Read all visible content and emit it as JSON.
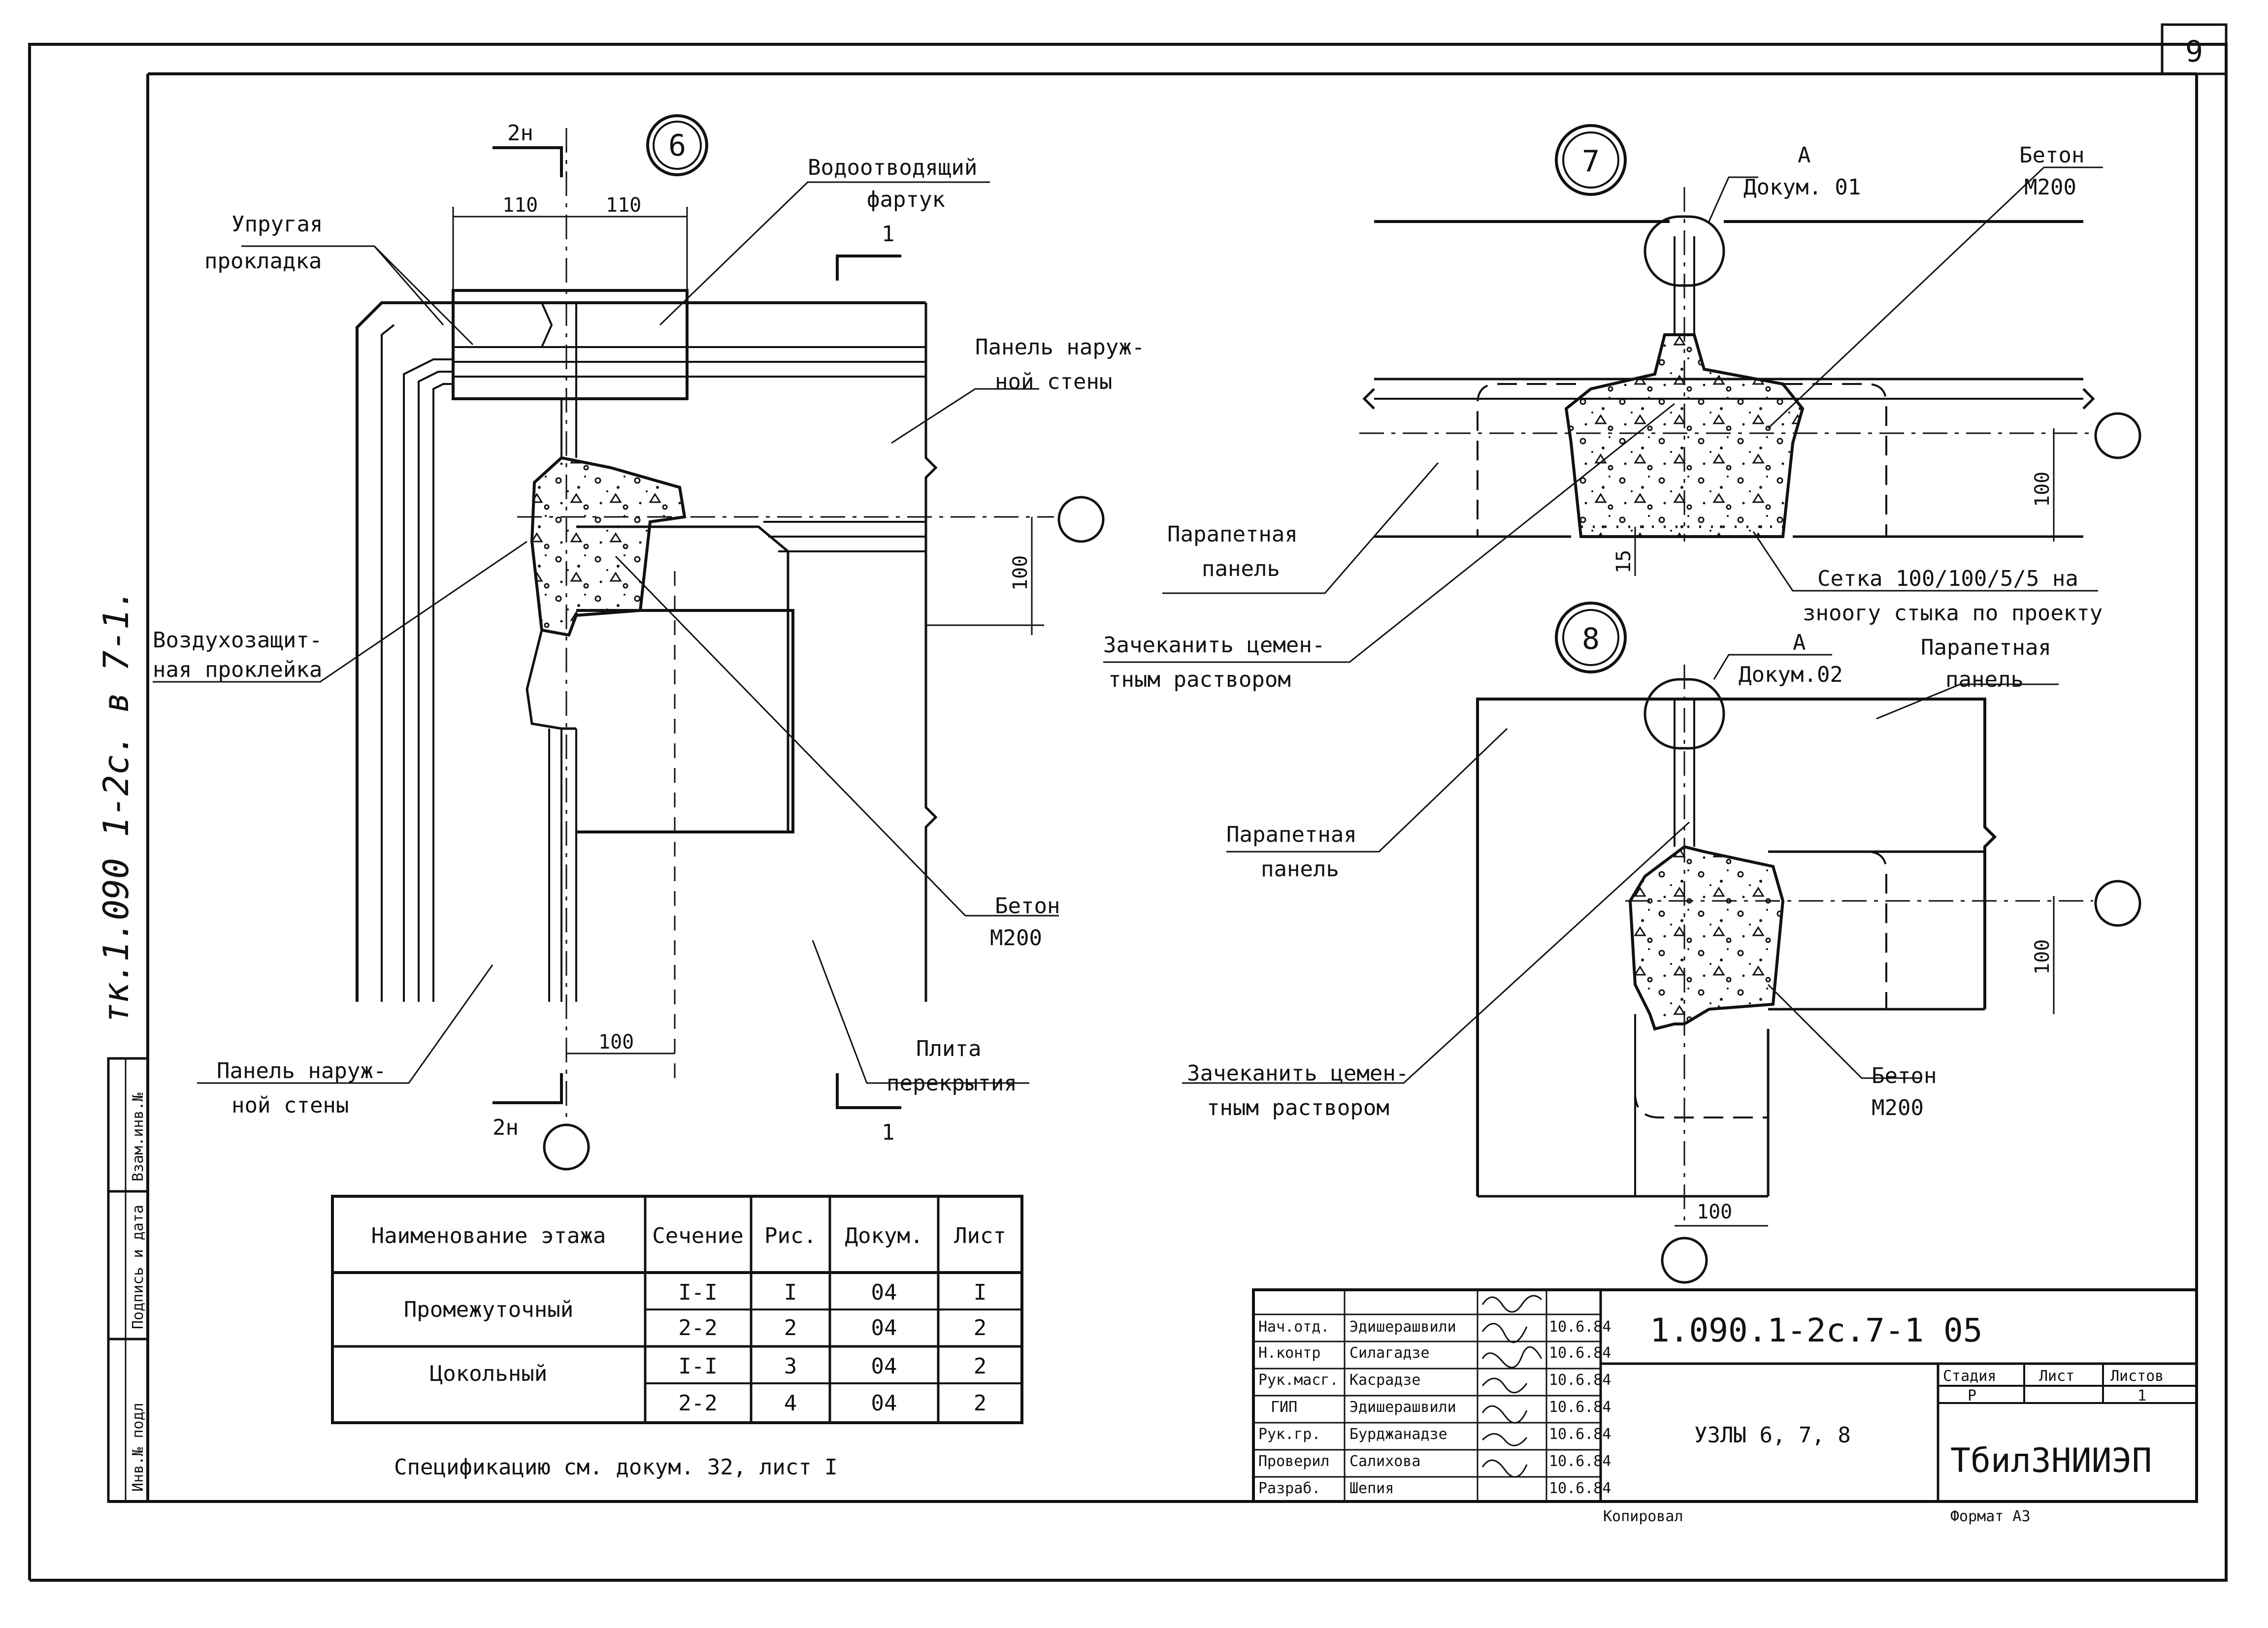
{
  "sheet_number": "9",
  "side_stamp": "тк.1.090 1-2с. в 7-1.",
  "margin_labels": [
    "Инв.№ подл",
    "Подпись и дата",
    "Взам.инв.№"
  ],
  "node6": {
    "number": "6",
    "section_top": "2н",
    "section_bottom": "2н",
    "section_1_top": "1",
    "section_1_bottom": "1",
    "dim_left": "110",
    "dim_right": "110",
    "dim_100_v": "100",
    "dim_100_h": "100",
    "labels": {
      "elastic_gasket_1": "Упругая",
      "elastic_gasket_2": "прокладка",
      "drain_apron_1": "Водоотводящий",
      "drain_apron_2": "фартук",
      "panel_outer_1": "Панель наруж-",
      "panel_outer_2": "ной  стены",
      "air_seal_1": "Воздухозащит-",
      "air_seal_2": "ная проклейка",
      "concrete_1": "Бетон",
      "concrete_2": "М200",
      "panel_outer_b1": "Панель наруж-",
      "panel_outer_b2": "ной  стены",
      "slab_1": "Плита",
      "slab_2": "перекрытия"
    }
  },
  "node7": {
    "number": "7",
    "ref_1": "А",
    "ref_2": "Докум. 01",
    "dim_100": "100",
    "dim_15": "15",
    "labels": {
      "concrete_1": "Бетон",
      "concrete_2": "М200",
      "parapet_1": "Парапетная",
      "parapet_2": "панель",
      "caulk_1": "Зачеканить цемен-",
      "caulk_2": "тным  раствором",
      "mesh_1": "Сетка 100/100/5/5 на",
      "mesh_2": "зноогу стыка по проекту"
    }
  },
  "node8": {
    "number": "8",
    "ref_1": "А",
    "ref_2": "Докум.02",
    "dim_100_v": "100",
    "dim_100_h": "100",
    "labels": {
      "parapet_r1": "Парапетная",
      "parapet_r2": "панель",
      "parapet_l1": "Парапетная",
      "parapet_l2": "панель",
      "caulk_1": "Зачеканить цемен-",
      "caulk_2": "тным раствором",
      "concrete_1": "Бетон",
      "concrete_2": "М200"
    }
  },
  "spec_table": {
    "headers": [
      "Наименование этажа",
      "Сечение",
      "Рис.",
      "Докум.",
      "Лист"
    ],
    "groups": [
      {
        "name": "Промежуточный",
        "rows": [
          [
            "I-I",
            "I",
            "04",
            "I"
          ],
          [
            "2-2",
            "2",
            "04",
            "2"
          ]
        ]
      },
      {
        "name": "Цокольный",
        "rows": [
          [
            "I-I",
            "3",
            "04",
            "2"
          ],
          [
            "2-2",
            "4",
            "04",
            "2"
          ]
        ]
      }
    ],
    "note": "Спецификацию см. докум. 32, лист I"
  },
  "title_block": {
    "code": "1.090.1-2с.7-1  05",
    "title": "УЗЛЫ 6, 7, 8",
    "stage_label": "Стадия",
    "sheet_label": "Лист",
    "sheets_label": "Листов",
    "stage": "Р",
    "sheets": "1",
    "org": "ТбилЗНИИЭП",
    "copied": "Копировал",
    "format": "Формат А3",
    "staff": [
      {
        "role": "Нач.отд.",
        "name": "Эдишерашвили",
        "date": "10.6.84"
      },
      {
        "role": "Н.контр",
        "name": "Силагадзе",
        "date": "10.6.84"
      },
      {
        "role": "Рук.масг.",
        "name": "Касрадзе",
        "date": "10.6.84"
      },
      {
        "role": "ГИП",
        "name": "Эдишерашвили",
        "date": "10.6.84"
      },
      {
        "role": "Рук.гр.",
        "name": "Бурджанадзе",
        "date": "10.6.84"
      },
      {
        "role": "Проверил",
        "name": "Салихова",
        "date": "10.6.84"
      },
      {
        "role": "Разраб.",
        "name": "Шепия",
        "date": "10.6.84"
      }
    ]
  }
}
